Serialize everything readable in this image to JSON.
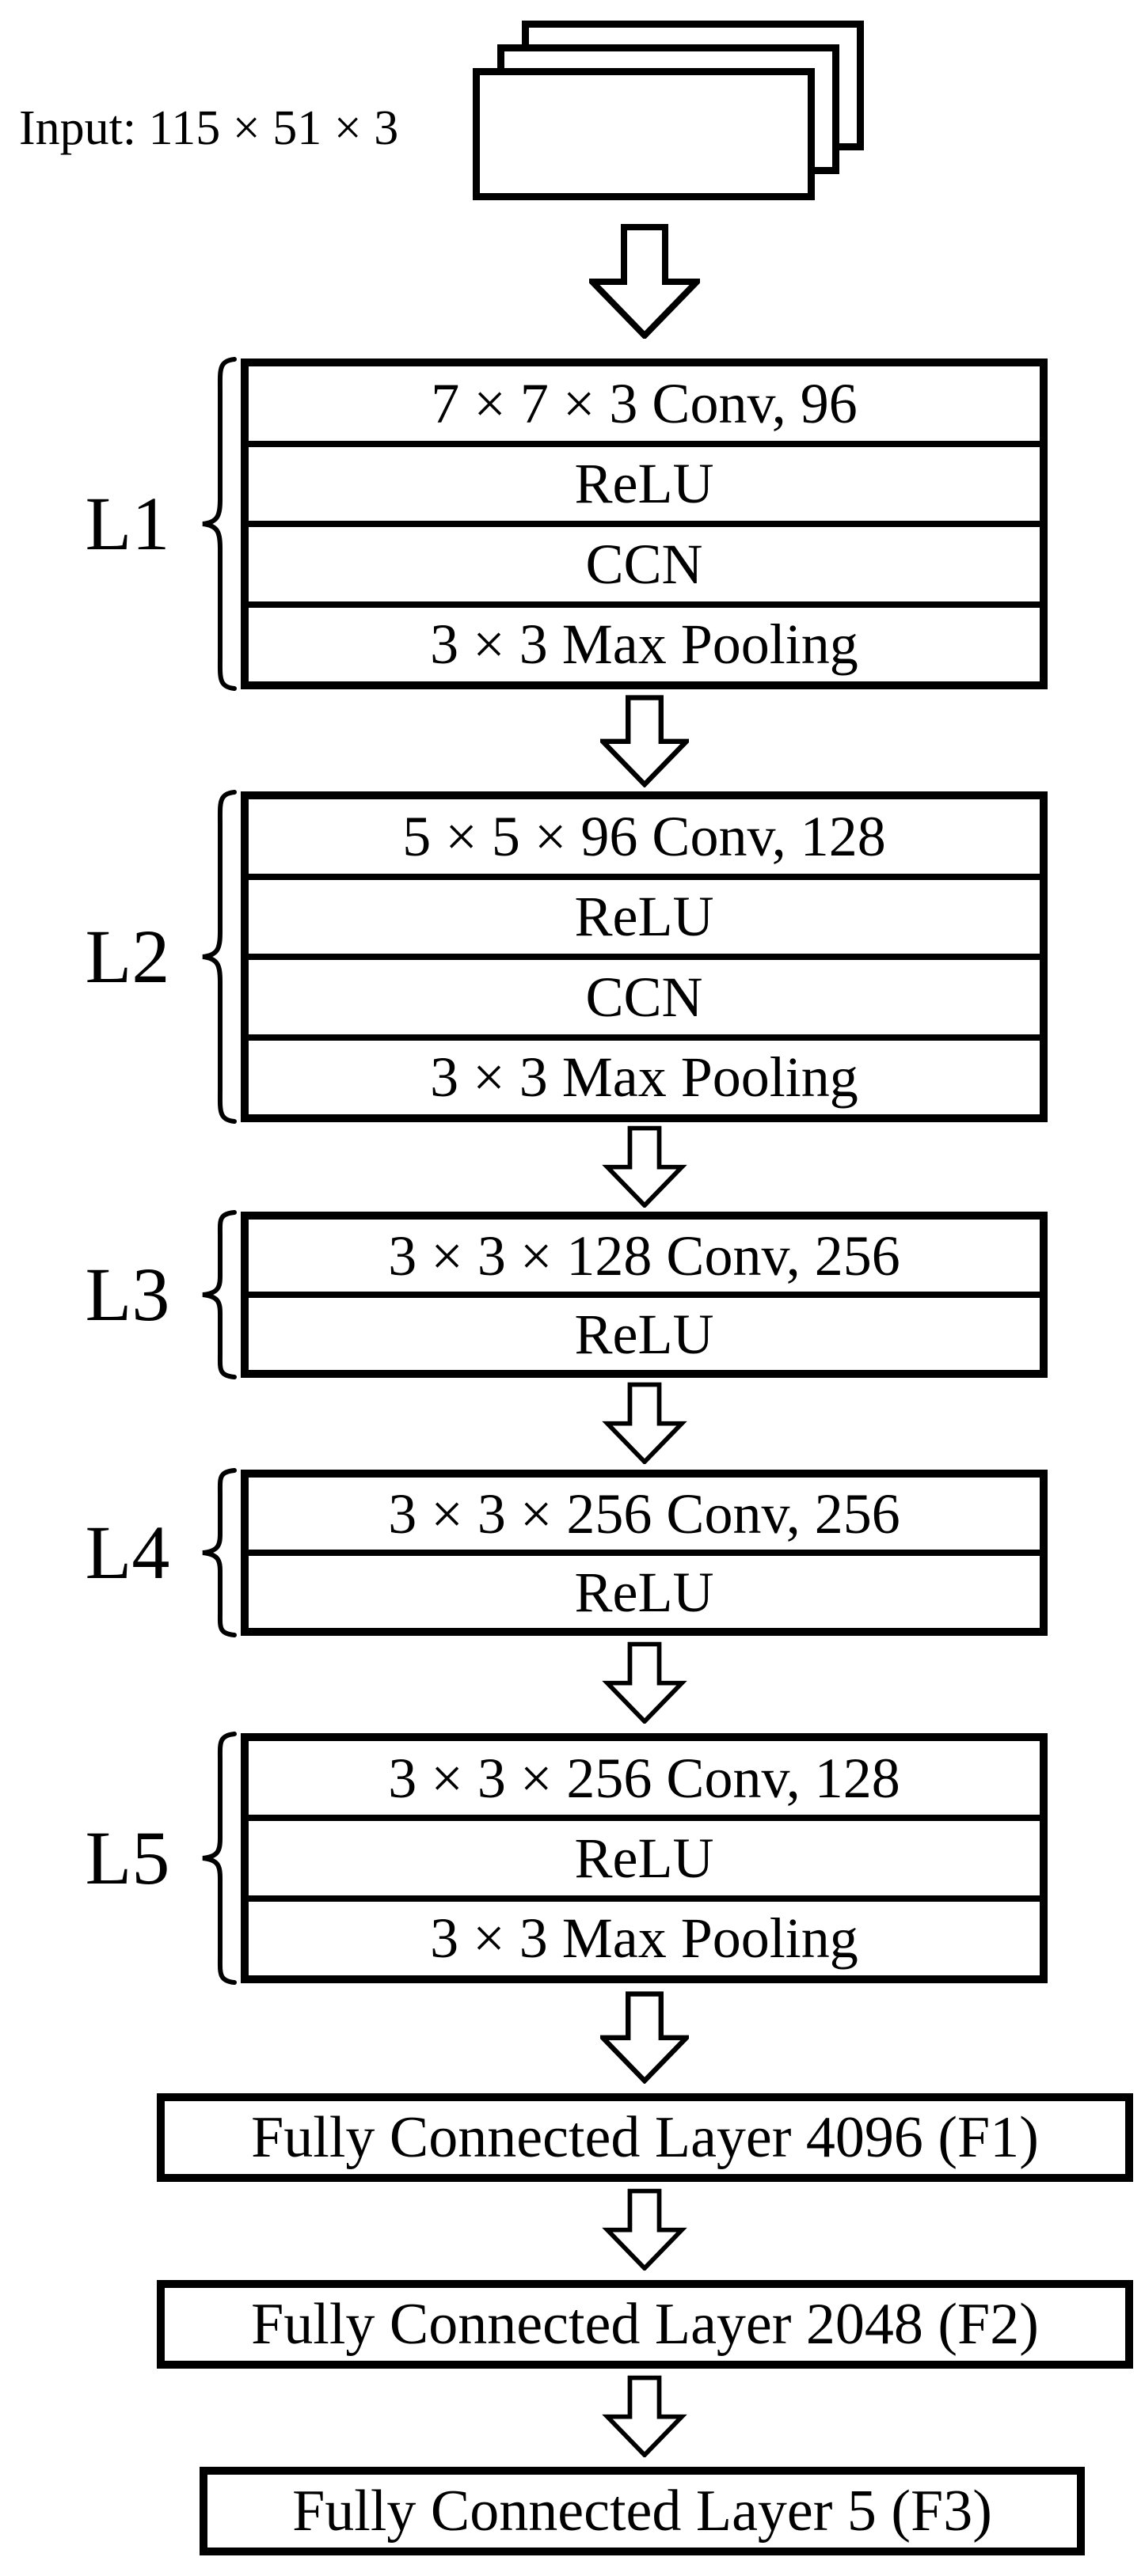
{
  "input": {
    "label": "Input: 115 × 51 × 3"
  },
  "layers": [
    {
      "label": "L1",
      "rows": [
        "7 × 7 × 3 Conv, 96",
        "ReLU",
        "CCN",
        "3 × 3 Max Pooling"
      ]
    },
    {
      "label": "L2",
      "rows": [
        "5 × 5 × 96 Conv, 128",
        "ReLU",
        "CCN",
        "3 × 3 Max Pooling"
      ]
    },
    {
      "label": "L3",
      "rows": [
        "3 × 3 × 128 Conv, 256",
        "ReLU"
      ]
    },
    {
      "label": "L4",
      "rows": [
        "3 × 3 × 256 Conv, 256",
        "ReLU"
      ]
    },
    {
      "label": "L5",
      "rows": [
        "3 × 3 × 256 Conv, 128",
        "ReLU",
        "3 × 3 Max Pooling"
      ]
    }
  ],
  "fully_connected": [
    {
      "label": "Fully Connected Layer 4096 (F1)"
    },
    {
      "label": "Fully Connected Layer 2048 (F2)"
    },
    {
      "label": "Fully Connected Layer 5 (F3)"
    }
  ],
  "colors": {
    "line": "#000000",
    "background": "#ffffff"
  }
}
